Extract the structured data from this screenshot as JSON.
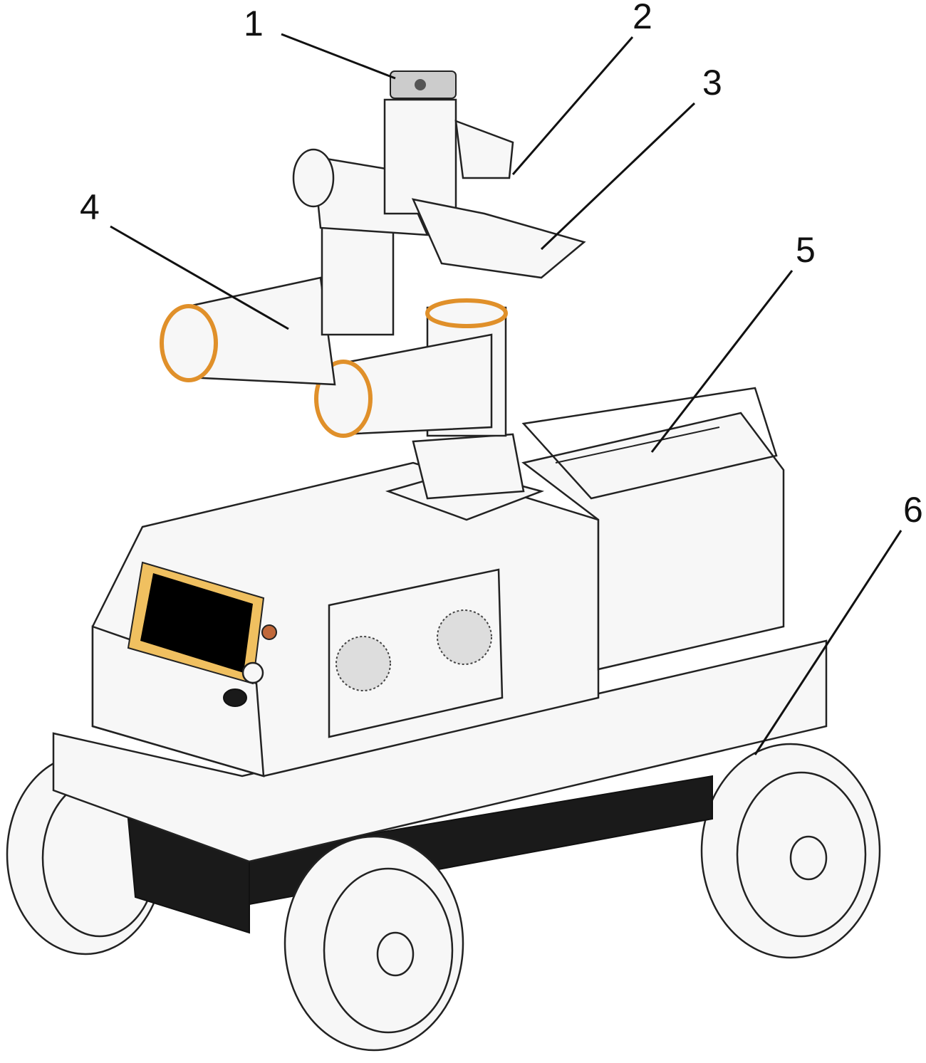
{
  "figure": {
    "type": "labeled technical illustration",
    "colors": {
      "accent": "#e0902a",
      "line": "#222222",
      "body": "#f7f7f7",
      "dark": "#1a1a1a"
    },
    "callouts": [
      {
        "label": "1"
      },
      {
        "label": "2"
      },
      {
        "label": "3"
      },
      {
        "label": "4"
      },
      {
        "label": "5"
      },
      {
        "label": "6"
      }
    ]
  }
}
